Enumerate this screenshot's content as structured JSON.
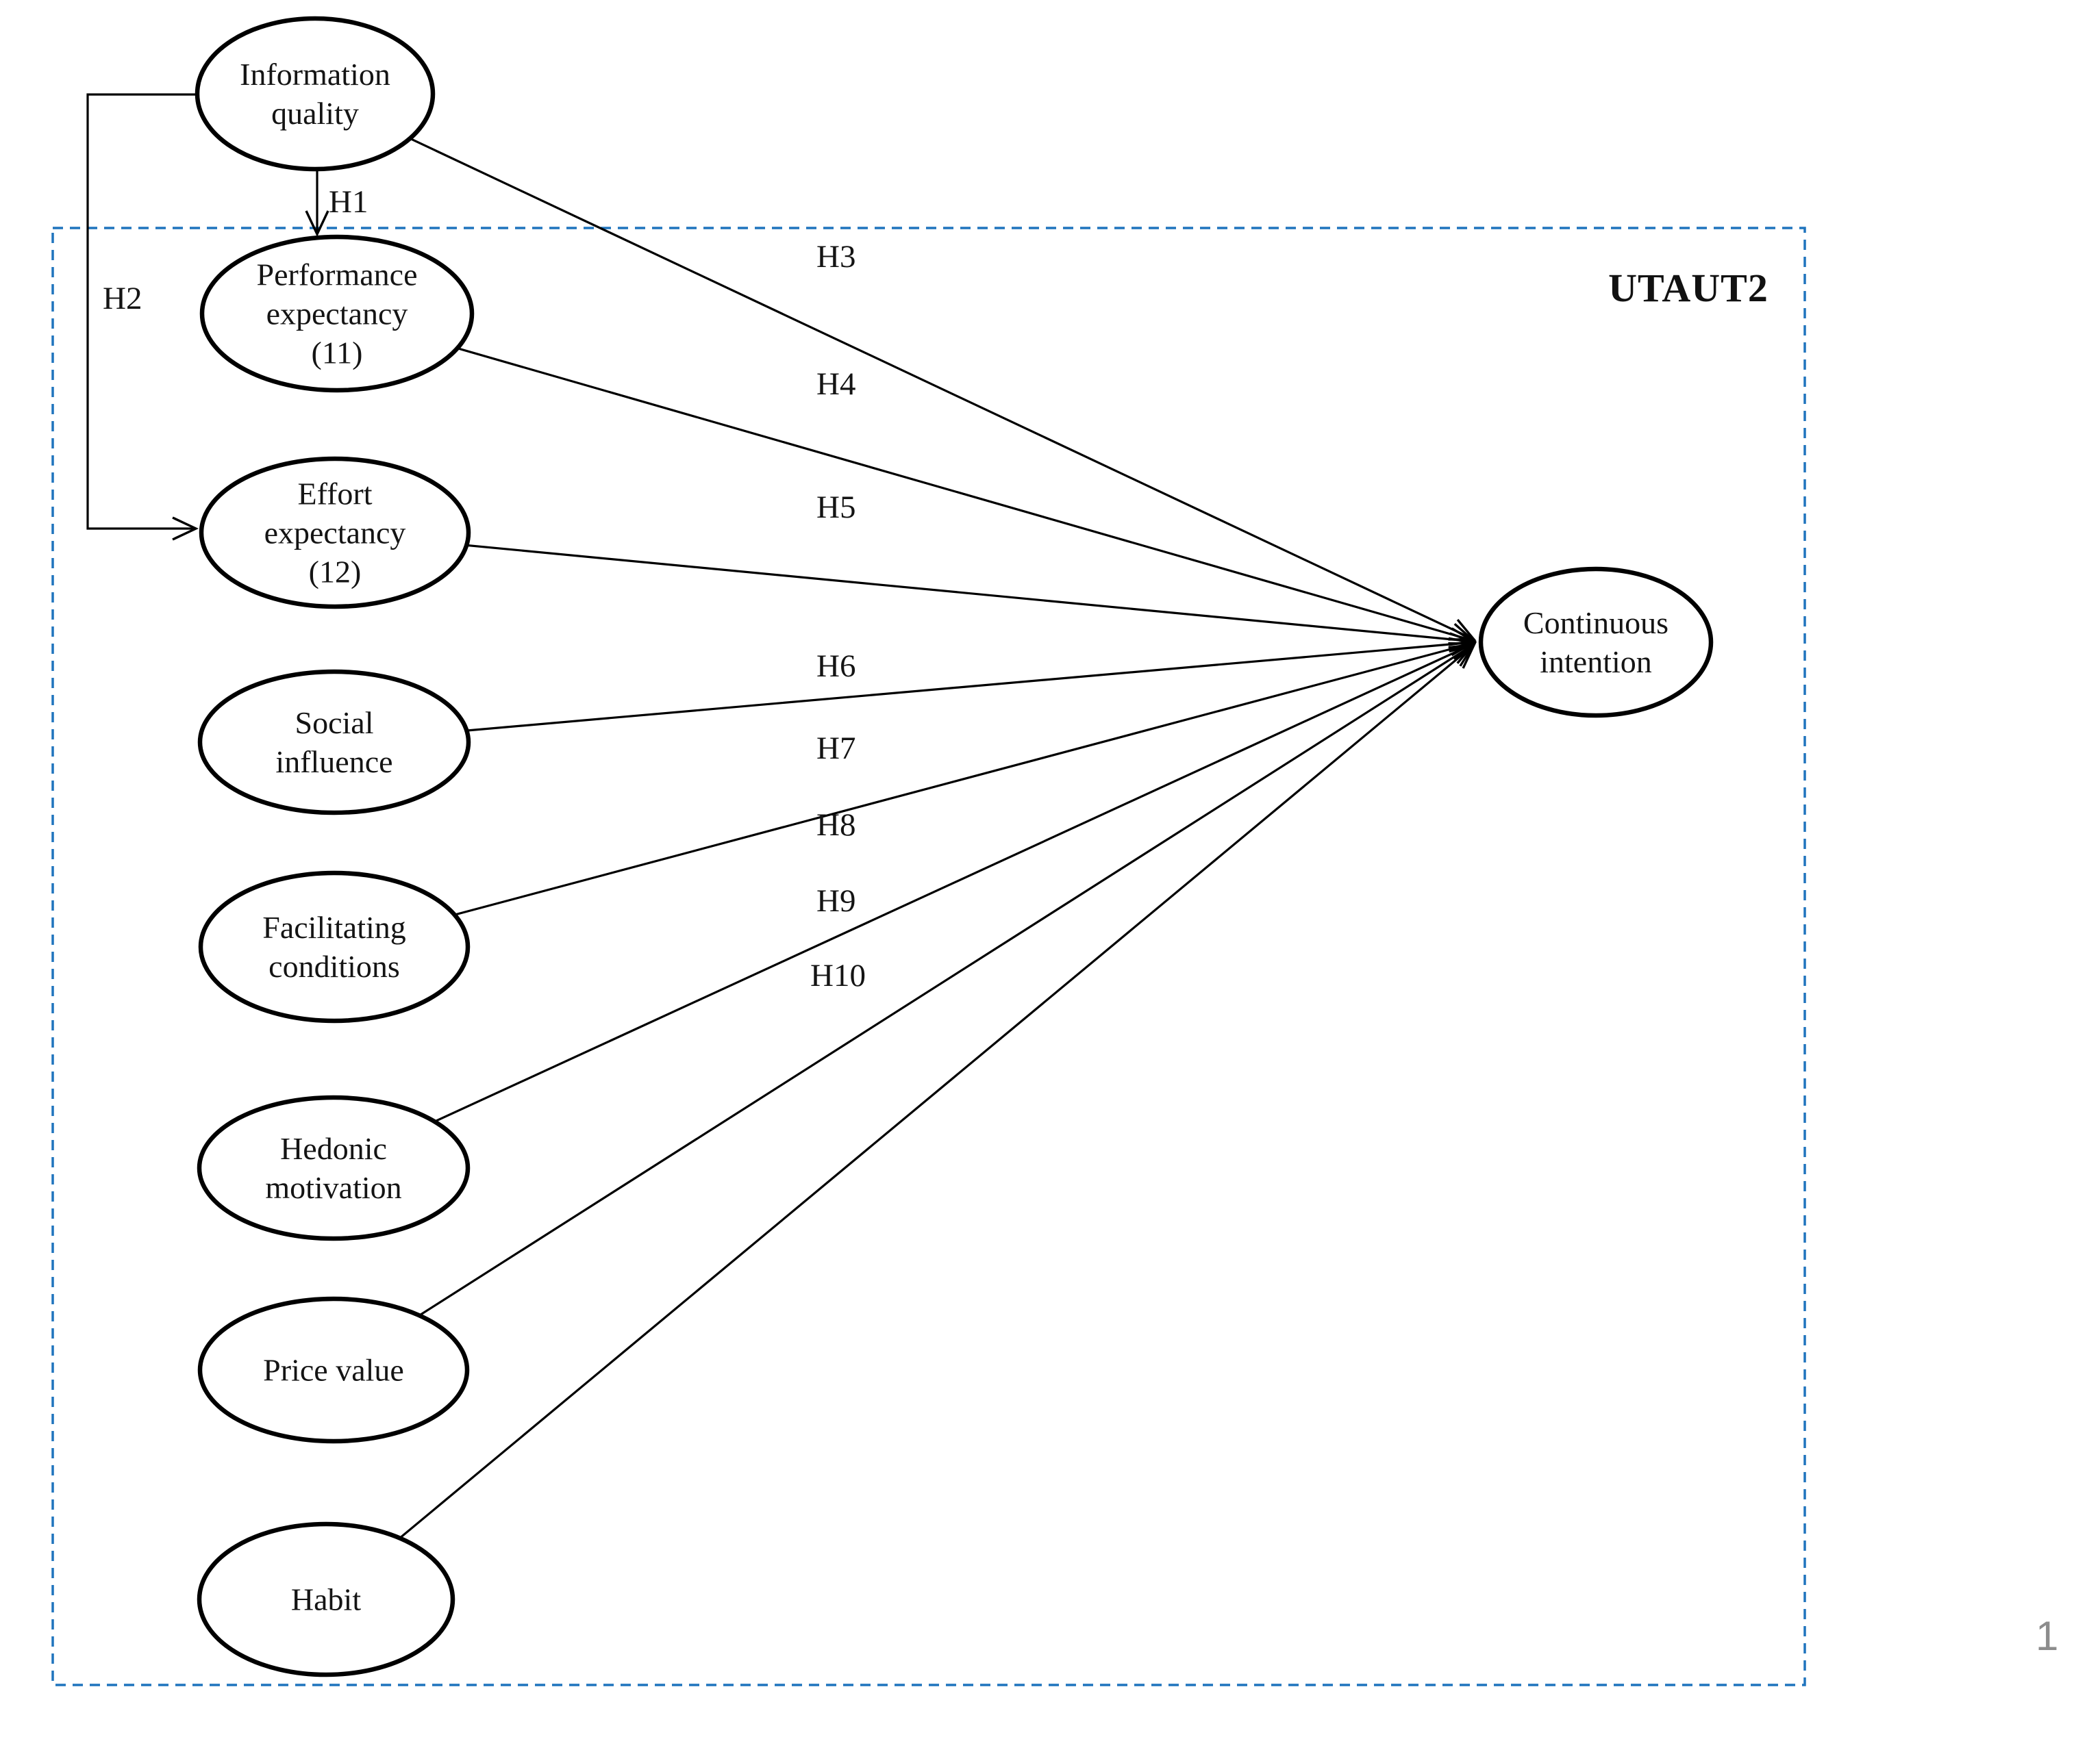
{
  "figure": {
    "box_label": "UTAUT2",
    "page_number": "1",
    "colors": {
      "box_border": "#1f74bd",
      "shape_stroke": "#000000",
      "page_number_gray": "#8c8c8c"
    },
    "nodes": {
      "information_quality": "Information\nquality",
      "performance_expectancy": "Performance\nexpectancy\n(11)",
      "effort_expectancy": "Effort\nexpectancy\n(12)",
      "social_influence": "Social\ninfluence",
      "facilitating_conditions": "Facilitating\nconditions",
      "hedonic_motivation": "Hedonic\nmotivation",
      "price_value": "Price value",
      "habit": "Habit",
      "continuous_intention": "Continuous\nintention"
    },
    "hypotheses": {
      "h1": "H1",
      "h2": "H2",
      "h3": "H3",
      "h4": "H4",
      "h5": "H5",
      "h6": "H6",
      "h7": "H7",
      "h8": "H8",
      "h9": "H9",
      "h10": "H10"
    }
  }
}
